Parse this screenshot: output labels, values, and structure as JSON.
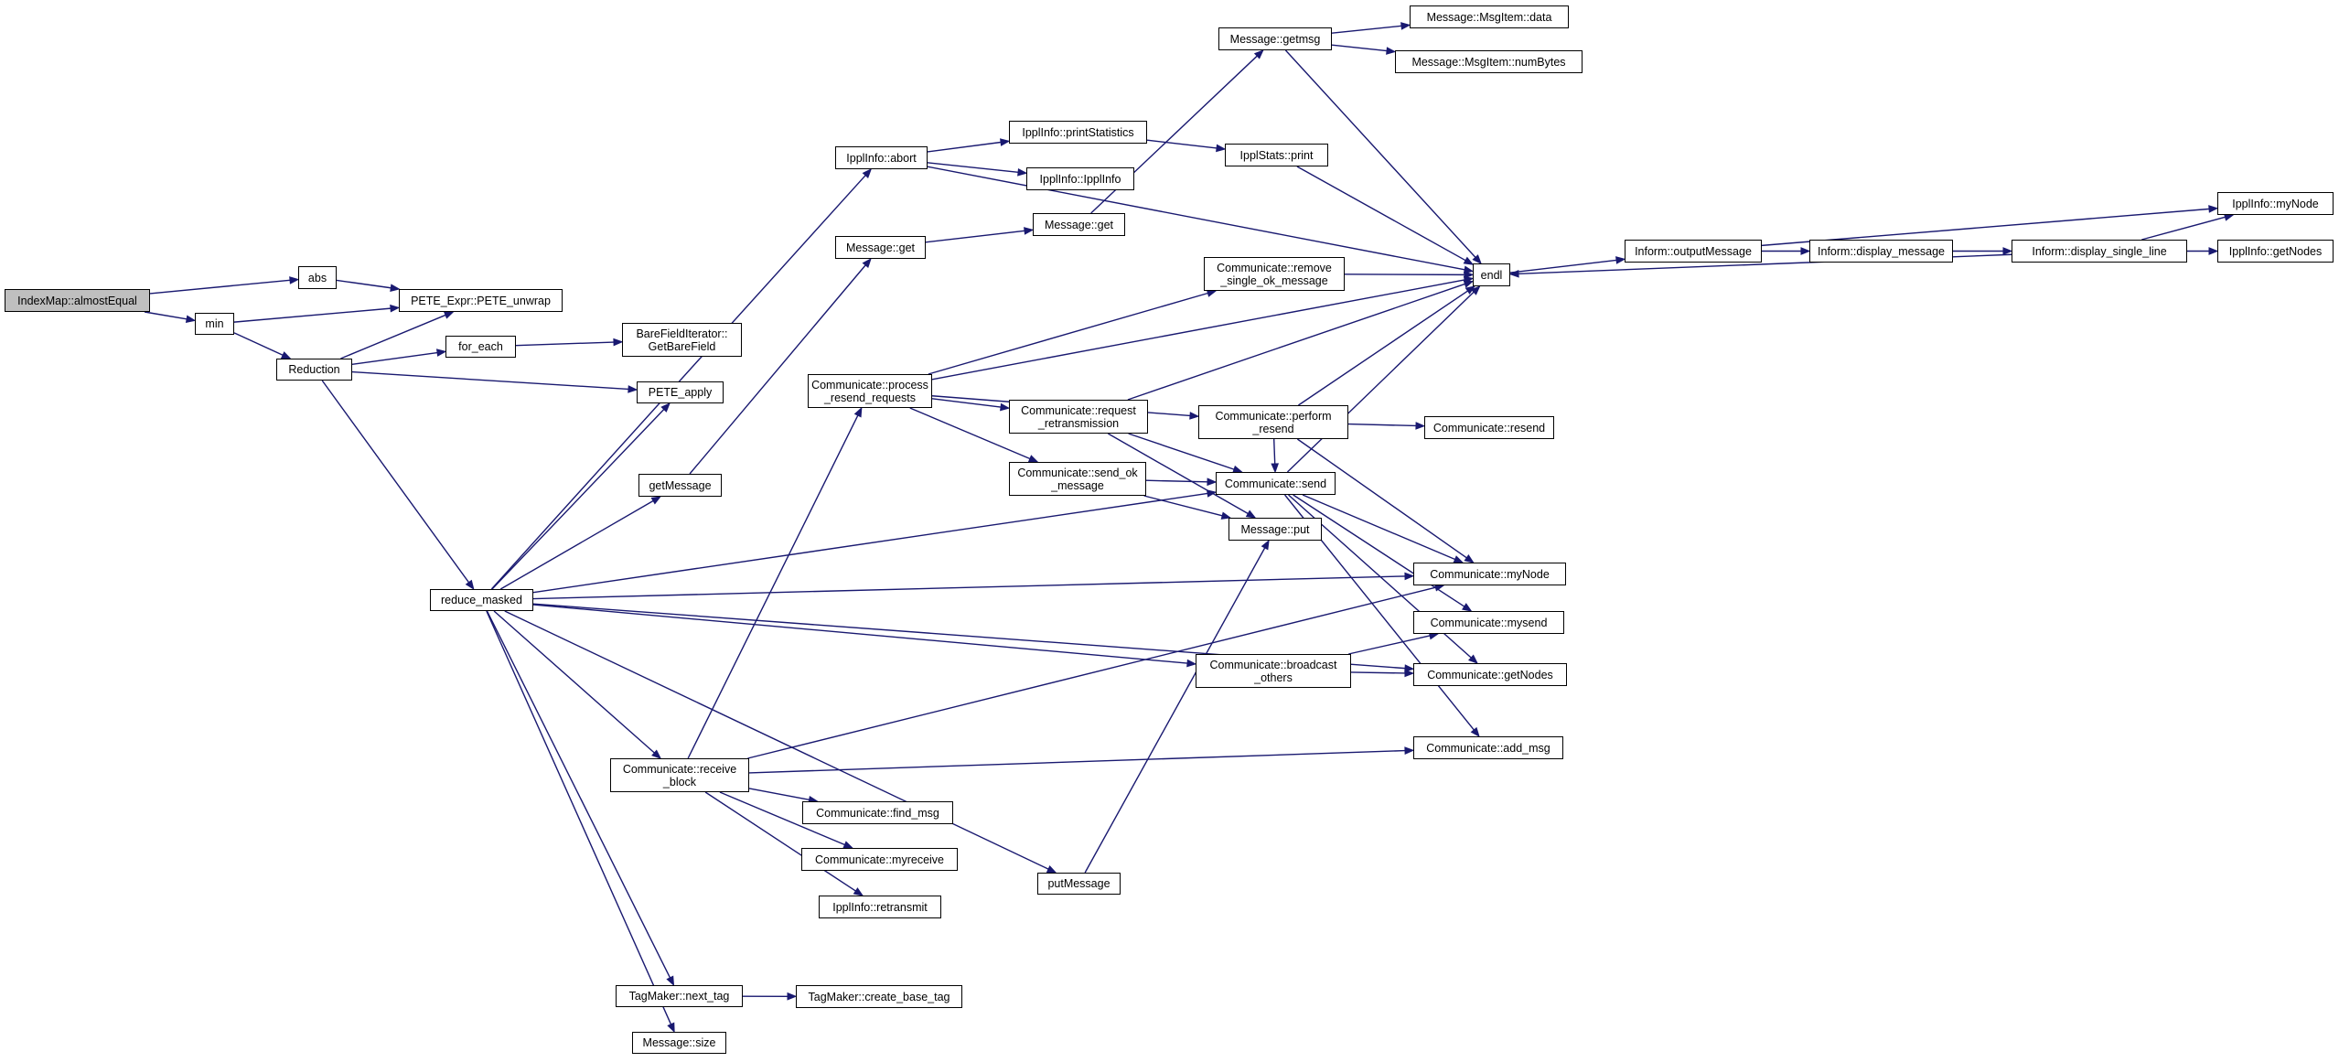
{
  "graph": {
    "colors": {
      "edge": "#191970",
      "root_fill": "#bfbfbf",
      "node_fill": "#ffffff",
      "node_border": "#000000"
    },
    "nodes": {
      "n0": "IndexMap::almostEqual",
      "n1": "abs",
      "n2": "min",
      "n3": "PETE_Expr::PETE_unwrap",
      "n4": "Reduction",
      "n5": "for_each",
      "n6": "BareFieldIterator::\nGetBareField",
      "n7": "PETE_apply",
      "n8": "reduce_masked",
      "n9": "IpplInfo::abort",
      "n10": "Message::get",
      "n11": "getMessage",
      "n12": "Communicate::process\n_resend_requests",
      "n13": "Communicate::receive\n_block",
      "n14": "TagMaker::next_tag",
      "n15": "Message::size",
      "n16": "putMessage",
      "n17": "Message::getmsg",
      "n18": "Message::MsgItem::data",
      "n19": "Message::MsgItem::numBytes",
      "n20": "IpplInfo::printStatistics",
      "n21": "IpplInfo::IpplInfo",
      "n22": "IpplStats::print",
      "n23": "Message::get",
      "n24": "Communicate::remove\n_single_ok_message",
      "n25": "Communicate::request\n_retransmission",
      "n26": "Communicate::send_ok\n_message",
      "n27": "Communicate::perform\n_resend",
      "n28": "Communicate::send",
      "n29": "Message::put",
      "n30": "Communicate::broadcast\n_others",
      "n31": "Communicate::find_msg",
      "n32": "Communicate::myreceive",
      "n33": "IpplInfo::retransmit",
      "n34": "TagMaker::create_base_tag",
      "n35": "endl",
      "n36": "Communicate::resend",
      "n37": "Communicate::myNode",
      "n38": "Communicate::mysend",
      "n39": "Communicate::getNodes",
      "n40": "Communicate::add_msg",
      "n41": "Inform::outputMessage",
      "n42": "Inform::display_message",
      "n43": "Inform::display_single_line",
      "n44": "IpplInfo::myNode",
      "n45": "IpplInfo::getNodes"
    },
    "edges": [
      [
        "n0",
        "n1"
      ],
      [
        "n0",
        "n2"
      ],
      [
        "n1",
        "n3"
      ],
      [
        "n2",
        "n3"
      ],
      [
        "n2",
        "n4"
      ],
      [
        "n4",
        "n3"
      ],
      [
        "n4",
        "n5"
      ],
      [
        "n4",
        "n7"
      ],
      [
        "n4",
        "n8"
      ],
      [
        "n5",
        "n6"
      ],
      [
        "n8",
        "n7"
      ],
      [
        "n8",
        "n9"
      ],
      [
        "n8",
        "n11"
      ],
      [
        "n8",
        "n28"
      ],
      [
        "n8",
        "n37"
      ],
      [
        "n8",
        "n30"
      ],
      [
        "n8",
        "n39"
      ],
      [
        "n8",
        "n13"
      ],
      [
        "n8",
        "n16"
      ],
      [
        "n8",
        "n14"
      ],
      [
        "n8",
        "n15"
      ],
      [
        "n9",
        "n20"
      ],
      [
        "n9",
        "n21"
      ],
      [
        "n9",
        "n35"
      ],
      [
        "n20",
        "n22"
      ],
      [
        "n22",
        "n35"
      ],
      [
        "n11",
        "n10"
      ],
      [
        "n10",
        "n23"
      ],
      [
        "n23",
        "n17"
      ],
      [
        "n17",
        "n18"
      ],
      [
        "n17",
        "n19"
      ],
      [
        "n17",
        "n35"
      ],
      [
        "n12",
        "n35"
      ],
      [
        "n12",
        "n24"
      ],
      [
        "n12",
        "n25"
      ],
      [
        "n12",
        "n26"
      ],
      [
        "n12",
        "n27"
      ],
      [
        "n24",
        "n35"
      ],
      [
        "n25",
        "n35"
      ],
      [
        "n25",
        "n28"
      ],
      [
        "n25",
        "n29"
      ],
      [
        "n26",
        "n28"
      ],
      [
        "n26",
        "n29"
      ],
      [
        "n27",
        "n35"
      ],
      [
        "n27",
        "n28"
      ],
      [
        "n27",
        "n36"
      ],
      [
        "n27",
        "n37"
      ],
      [
        "n28",
        "n35"
      ],
      [
        "n28",
        "n37"
      ],
      [
        "n28",
        "n38"
      ],
      [
        "n28",
        "n39"
      ],
      [
        "n28",
        "n40"
      ],
      [
        "n30",
        "n38"
      ],
      [
        "n30",
        "n39"
      ],
      [
        "n13",
        "n12"
      ],
      [
        "n13",
        "n37"
      ],
      [
        "n13",
        "n40"
      ],
      [
        "n13",
        "n31"
      ],
      [
        "n13",
        "n32"
      ],
      [
        "n13",
        "n33"
      ],
      [
        "n16",
        "n29"
      ],
      [
        "n14",
        "n34"
      ],
      [
        "n35",
        "n41"
      ],
      [
        "n41",
        "n42"
      ],
      [
        "n41",
        "n44"
      ],
      [
        "n42",
        "n43"
      ],
      [
        "n43",
        "n35"
      ],
      [
        "n43",
        "n44"
      ],
      [
        "n43",
        "n45"
      ]
    ]
  }
}
